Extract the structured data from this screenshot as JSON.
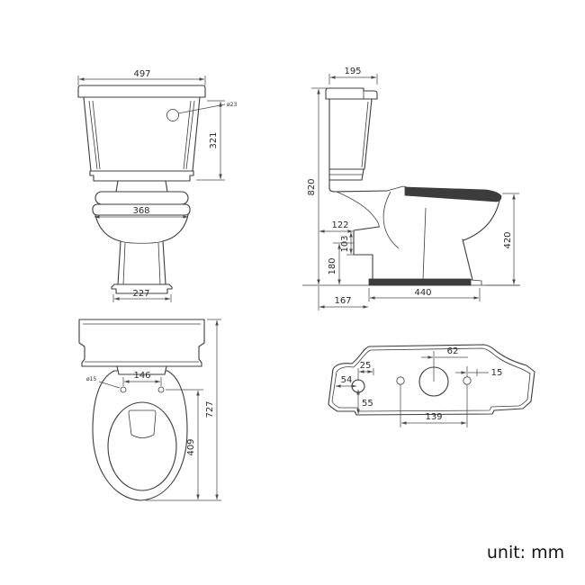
{
  "unit_label": "unit: mm",
  "dims": {
    "front": {
      "cistern_width": "497",
      "cistern_height": "321",
      "button_hole_dia": "ø23",
      "seat_width": "368",
      "base_width": "227"
    },
    "side": {
      "cistern_depth": "195",
      "total_height": "820",
      "outlet_setback": "122",
      "outlet_drop": "103",
      "outlet_center_height": "180",
      "wall_to_base": "167",
      "base_length": "440",
      "seat_height": "420"
    },
    "plan": {
      "hinge_hole_spacing": "146",
      "hinge_hole_dia": "ø15",
      "total_depth": "727",
      "bowl_opening_length": "409"
    },
    "back": {
      "flush_offset": "62",
      "inlet_top_offset": "25",
      "hole_right_offset": "15",
      "inlet_side_offset": "54",
      "inlet_bottom_offset": "55",
      "bolt_hole_spacing": "139"
    }
  }
}
